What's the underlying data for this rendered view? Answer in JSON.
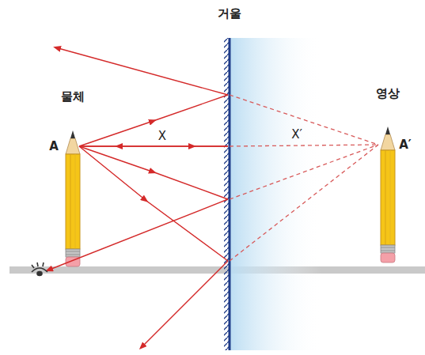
{
  "diagram": {
    "labels": [
      "거울",
      "물체",
      "A",
      "X",
      "X′",
      "영상",
      "A′"
    ]
  }
}
